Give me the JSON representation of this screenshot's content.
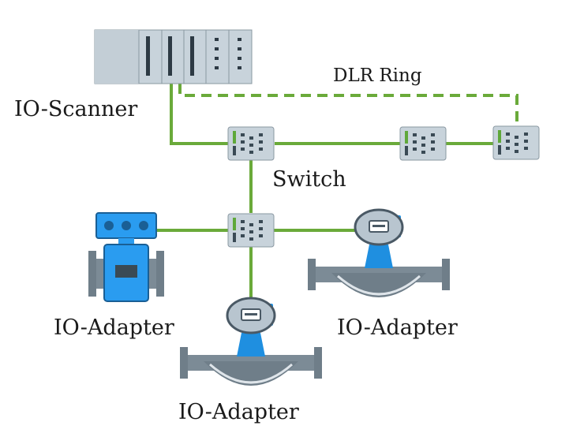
{
  "labels": {
    "scanner": "IO-Scanner",
    "dlr_ring": "DLR Ring",
    "switch": "Switch",
    "adapter_left": "IO-Adapter",
    "adapter_right": "IO-Adapter",
    "adapter_bottom": "IO-Adapter"
  },
  "colors": {
    "link": "#6aaa3a",
    "device_body": "#c8d3db",
    "device_dark": "#3a4a55",
    "meter_gray": "#6f7e89",
    "transmitter_blue": "#1f8fe0",
    "magmeter_blue": "#2a9cf0"
  }
}
